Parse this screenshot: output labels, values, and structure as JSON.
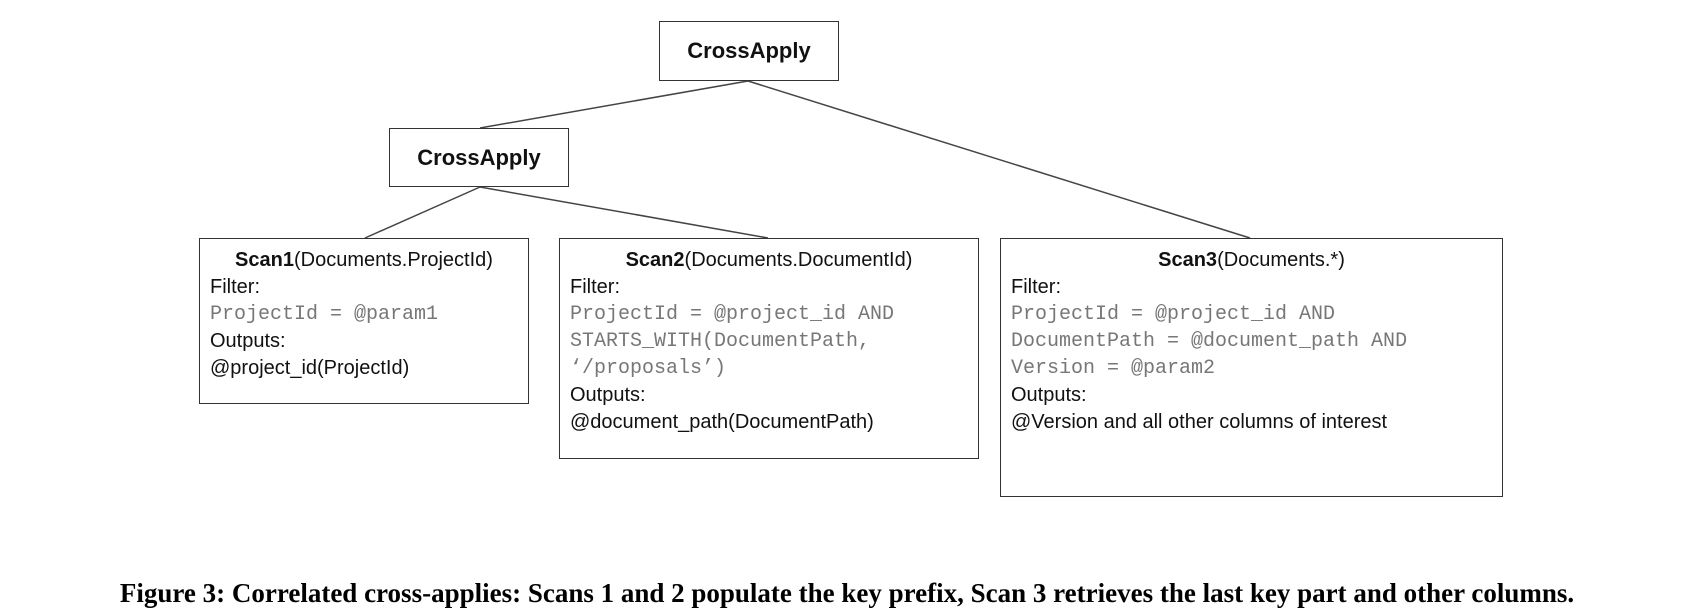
{
  "root": {
    "label": "CrossApply"
  },
  "inner": {
    "label": "CrossApply"
  },
  "scan1": {
    "name": "Scan1",
    "target": "(Documents.ProjectId)",
    "filter_label": "Filter:",
    "filter_lines": [
      "ProjectId = @param1"
    ],
    "outputs_label": "Outputs:",
    "outputs_lines": [
      "@project_id(ProjectId)"
    ]
  },
  "scan2": {
    "name": "Scan2",
    "target": "(Documents.DocumentId)",
    "filter_label": "Filter:",
    "filter_lines": [
      "ProjectId = @project_id AND",
      "STARTS_WITH(DocumentPath,",
      "‘/proposals’)"
    ],
    "outputs_label": "Outputs:",
    "outputs_lines": [
      "@document_path(DocumentPath)"
    ]
  },
  "scan3": {
    "name": "Scan3",
    "target": "(Documents.*)",
    "filter_label": "Filter:",
    "filter_lines": [
      "ProjectId = @project_id AND",
      "DocumentPath = @document_path AND",
      "Version = @param2"
    ],
    "outputs_label": "Outputs:",
    "outputs_lines": [
      "@Version and all other columns of interest"
    ]
  },
  "caption": "Figure 3: Correlated cross-applies: Scans 1 and 2 populate the key prefix, Scan 3 retrieves the last key part and other columns."
}
